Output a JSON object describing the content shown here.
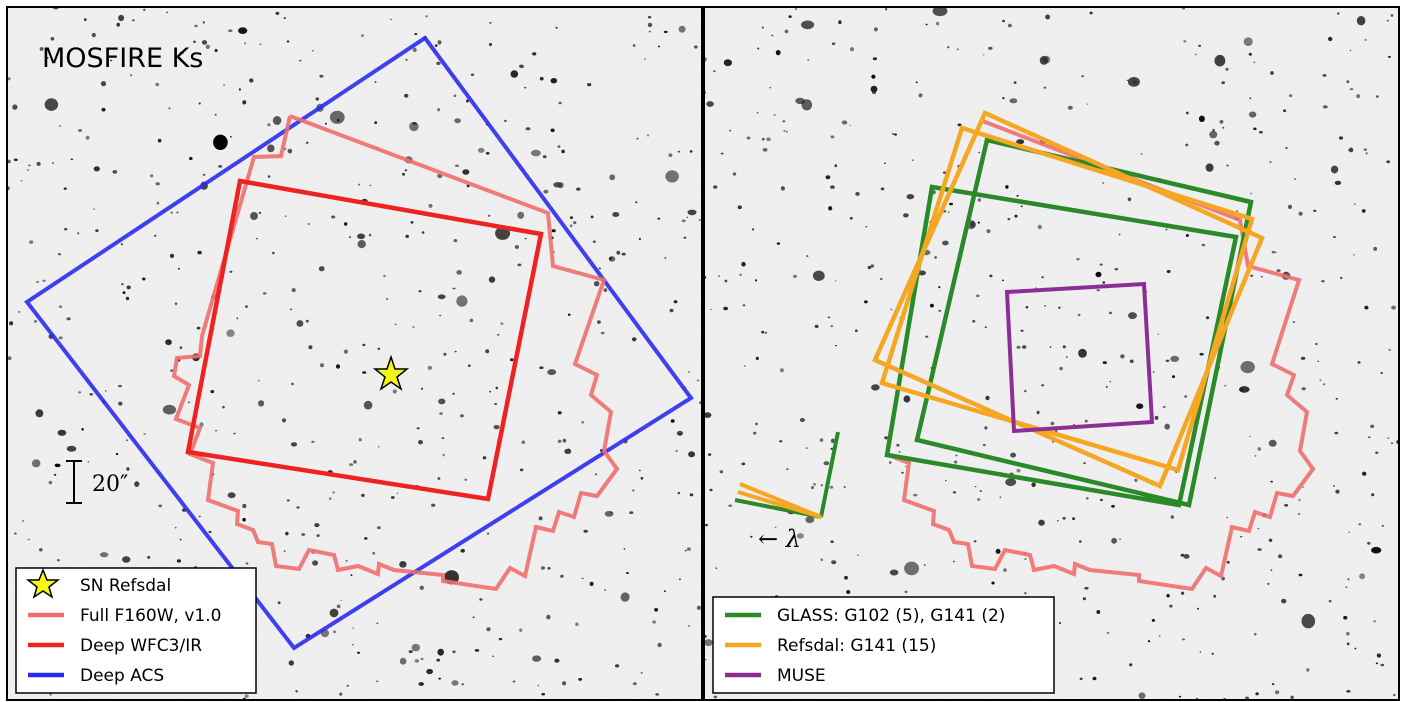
{
  "left_panel": {
    "title": "MOSFIRE Ks",
    "scale_bar_label": "20″",
    "legend": [
      {
        "label": "SN Refsdal",
        "color": "#f5f516",
        "marker": "star-icon"
      },
      {
        "label": "Full F160W, v1.0",
        "color": "#ee6e6e",
        "marker": "line"
      },
      {
        "label": "Deep WFC3/IR",
        "color": "#ee2222",
        "marker": "line"
      },
      {
        "label": "Deep ACS",
        "color": "#2b2bee",
        "marker": "line"
      }
    ]
  },
  "right_panel": {
    "wavelength_label": "← λ",
    "legend": [
      {
        "label": "GLASS: G102 (5), G141 (2)",
        "color": "#2a8a2a",
        "marker": "line"
      },
      {
        "label": "Refsdal: G141 (15)",
        "color": "#f5a623",
        "marker": "line"
      },
      {
        "label": "MUSE",
        "color": "#8b2f97",
        "marker": "line"
      }
    ]
  }
}
